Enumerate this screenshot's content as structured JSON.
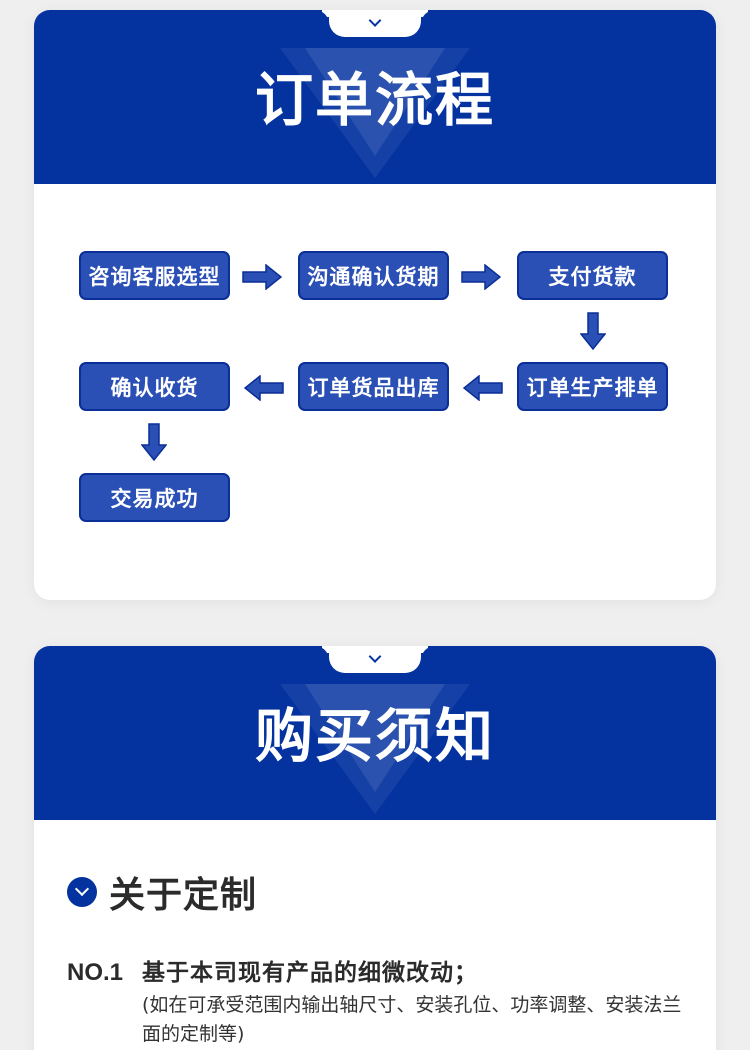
{
  "colors": {
    "page_bg": "#efefef",
    "brand_blue": "#0433a0",
    "step_fill": "#2a4fb5",
    "step_border": "#0a2f96",
    "text_dark": "#2b2b2b"
  },
  "order_process": {
    "title": "订单流程",
    "notch_icon": "chevron-down-icon",
    "steps": [
      {
        "label": "咨询客服选型"
      },
      {
        "label": "沟通确认货期"
      },
      {
        "label": "支付货款"
      },
      {
        "label": "订单生产排单"
      },
      {
        "label": "订单货品出库"
      },
      {
        "label": "确认收货"
      },
      {
        "label": "交易成功"
      }
    ],
    "arrows": [
      "arrow-right",
      "arrow-right",
      "arrow-down",
      "arrow-left",
      "arrow-left",
      "arrow-down"
    ]
  },
  "purchase_notes": {
    "title": "购买须知",
    "notch_icon": "chevron-down-icon",
    "section": {
      "icon": "circle-chevron-down-icon",
      "title": "关于定制"
    },
    "items": [
      {
        "no": "NO.1",
        "title": "基于本司现有产品的细微改动；",
        "desc": "(如在可承受范围内输出轴尺寸、安装孔位、功率调整、安装法兰面的定制等)"
      }
    ]
  }
}
